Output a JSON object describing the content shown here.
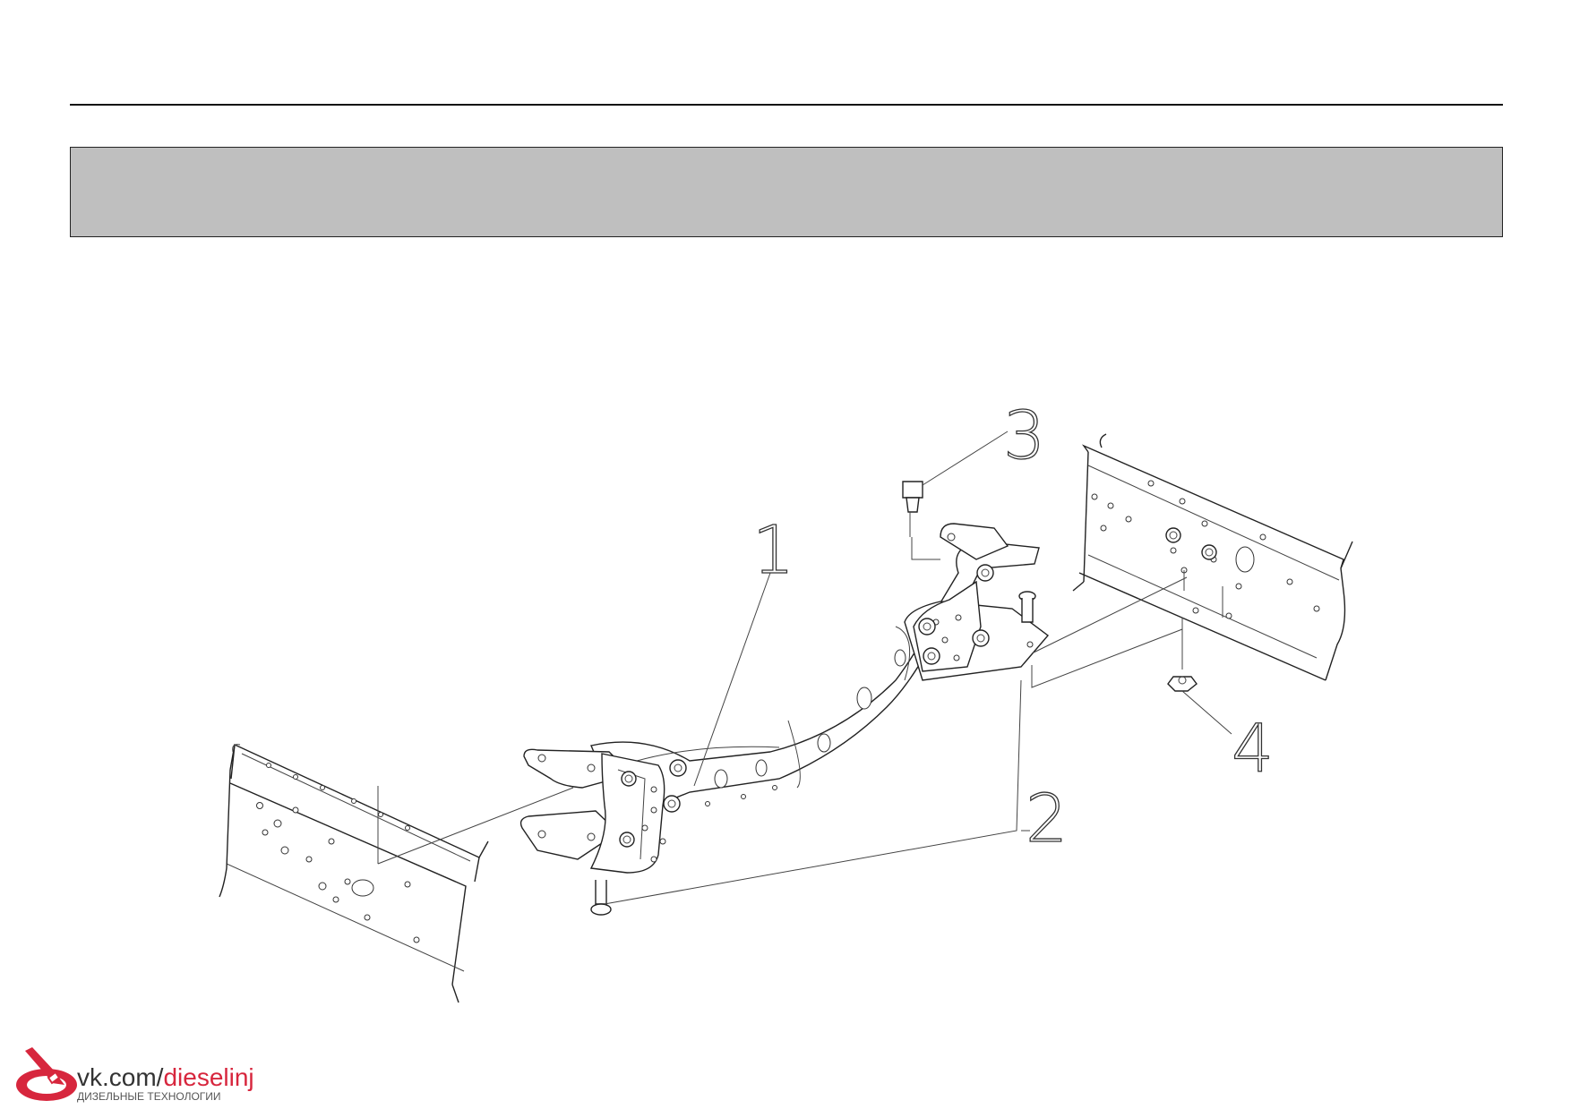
{
  "callouts": {
    "c1": "1",
    "c2": "2",
    "c3": "3",
    "c4": "4"
  },
  "watermark": {
    "domain": "vk.com/",
    "name": "dieselinj",
    "tagline": "ДИЗЕЛЬНЫЕ ТЕХНОЛОГИИ",
    "accent_color": "#d7263d",
    "icon": "fuel-injector-icon"
  },
  "colors": {
    "header_band": "#bfbfbf",
    "line": "#222222"
  }
}
